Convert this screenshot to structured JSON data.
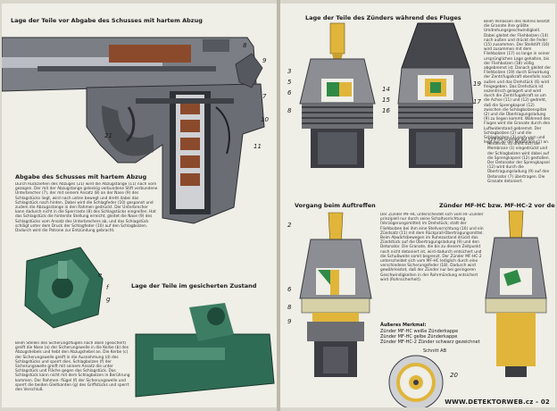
{
  "left_page": {
    "title_top": "Lage der Teile vor Abgabe des Schusses mit hartem Abzug",
    "section_title": "Abgabe des Schusses mit hartem Abzug",
    "section_text": "Durch Rückziehen des Abzuges (21) wird die Abzugstange (11) nach vorn gezogen. Der mit der Abzugstange gelenkig verbundene Stift verbundene Unterbrecher (7), der mit seinem Ansatz (8) an der Nase (9) des Schlagstücks liegt, wird nach unten bewegt und dreht dabei das Schlagstück nach hinten. Dabei wird die Schlagfeder (10) gespannt und zudem die Abzugsstange in den Rahmen gedrückt. Der Unterbrecher kann dadurch nicht in die Sperrraste (8) des Schlagstücks eingreifen. Hat das Schlagstück die hinterste Stellung erreicht, gleitet die Nase (9) des Schlagstücks vom Ansatz des Unterbrechers ab, und das Schlagstück schlägt unter dem Druck der Schlagfeder (10) auf den Schlagbolzen. Dadurch wird die Patrone zur Entzündung gebracht.",
    "safety_title": "Lage der Teile im gesicherten Zustand",
    "safety_text": "Beim Stellen des Sicherungsflügels nach oben (gesichert) greift die Nase (a) der Sicherungswelle in die Kerbe (b) des Abzugshebels und hebt den Abzugshebel an. Die Kerbe (c) der Sicherungswelle greift in die Ausnehmung (d) des Schlagstücks und sperrt dies. Schlagbolzen (f) der Sicherungswelle greift mit seinem Ansatz die unter Schlagstück und Fläche gegen das Schlagstück. Das Schlagstück kann nicht mit dem Schlagbolzen in Berührung kommen. Der Rahmen- flügel (f) der Sicherungswelle und sperrt die beiden Gleitkanten (g) des Griffstücks und sperrt den Verschluß.",
    "labels_gun": [
      "8",
      "9",
      "7",
      "10",
      "11",
      "21"
    ],
    "labels_safety": [
      "e",
      "f",
      "g"
    ]
  },
  "right_page": {
    "title_top": "Lage der Teile des Zünders während des Fluges",
    "title_impact": "Vorgang beim Auftreffen",
    "title_mf": "Zünder MF-HC bzw. MF-HC-2 vor dem Abschuß",
    "text_top": "Beim Verlassen des Rohres besitzt die Granate ihre größte Umdrehungsgeschwindigkeit. Dabei gleitet der Fliehbolzen (14) nach außen und drückt die Feder (15) zusammen. Der Stellstift (16) wird zusammen mit dem Fliehbolzen (17) so lange in seiner ursprünglichen Lage gehalten, bis der Fliehbolzen (18) völlig abgebremst ist. Danach gleitet der Fliehbolzen (19) durch Einwirkung der Zentrifugalkraft ebenfalls nach außen und das Drehstück (6) wird freigegeben. Das Drehstück ist exzentrisch gelagert und wird durch die Zentrifugalkraft so um die Achse (11) und (12) gedreht, daß die Sprengkapsel (12) zwischen die Schlagbolzenspitze (2) und die Übertragungsladung (9) zu liegen kommt. Während des Fluges wird die Granate durch den Luftwiderstand gebremst. Der Schlagbolzen (2) und die Schlagbolzen (3) nach vorn und liegt nur an der Membrane (1) an.",
    "text_impact": "Trifft die Granate auf ein Hindernis, so dreht sich die Membrane (1) eingedrückt und der Schlagbolzen wird dabei auf die Sprengkapsel (12) gestoßen. Der Detonator der Sprengkapsel (12) wird durch die Übertragungsladung (9) auf den Detonator (7) übertragen. Die Granate detoniert.",
    "text_mf": "Der Zünder MF-HC unterscheidet sich vom RF-Zünder prinzipiell nur durch seine Schaltvorrichtung (Verzögerungsmittel) im Drehstück; statt der Fliehbolzen bei ihm eine Stellvorrichtung (16) und ein Zündsatz (11) mit dem Rückprall-Übertragungsmittel. Beim Abwärtsbewegen im Ruhezustand drückt das Zündstück auf die Übertragungsladung (9) und den Detonator. Die Granate, die bis zu diesem Zeitpunkt noch nicht detoniert ist, wird dadurch entsichert und die Schußweite somit begrenzt. Der Zünder MF-HC-2 unterscheidet sich vom MF-HC lediglich durch eine verschiedene Sicherungsfeder (18). Dadurch wird gewährleistet, daß der Zünder nur bei geringeren Geschwindigkeiten in der Rohrmündung entsichert wird (Rohrsicherheit).",
    "marking_title": "Äußeres Merkmal:",
    "marking_lines": [
      "Zünder MF-HC weiße Zünderkappe",
      "Zünder MF-HC gelbe Zünderkappe",
      "Zünder MF-HC-2 Zünder schwarz gezeichnet"
    ],
    "section_label": "Schnitt AB",
    "labels_fuze1": [
      "3",
      "5",
      "6",
      "8"
    ],
    "labels_fuze2": [
      "14",
      "15",
      "16",
      "19",
      "17"
    ],
    "labels_fuze3": [
      "2",
      "6",
      "8",
      "9"
    ],
    "label_section": "20",
    "footer": "WWW.DETEKTORWEB.cz - 02"
  },
  "colors": {
    "paper": "#efeee7",
    "gun_gray": "#6f7278",
    "gun_dark": "#35383d",
    "safety_green": "#2f6c55",
    "fuze_gray": "#8c8e93",
    "fuze_dark": "#3b3d42",
    "charge_yellow": "#e0b53a",
    "rotor_green": "#2f8a45"
  }
}
